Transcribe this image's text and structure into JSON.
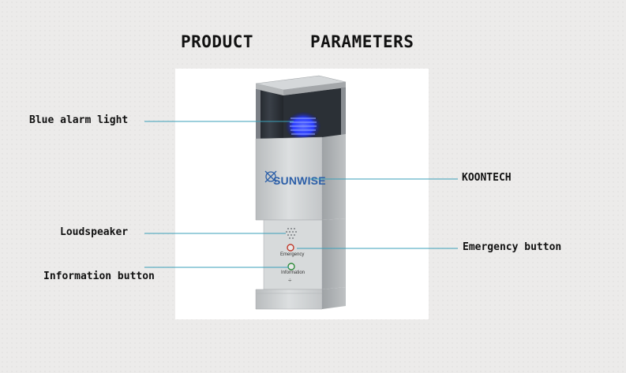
{
  "title": {
    "word1": "PRODUCT",
    "word2": "PARAMETERS"
  },
  "labels": {
    "blue_alarm_light": "Blue alarm light",
    "koontech": "KOONTECH",
    "loudspeaker": "Loudspeaker",
    "emergency_button": "Emergency button",
    "information_button": "Information button"
  },
  "device": {
    "brand": "SUNWISE",
    "emergency_text": "Emergency",
    "information_text": "Information"
  },
  "colors": {
    "leader_line": "#3a9fb8",
    "alarm_blue": "#2a3cff",
    "steel": "#c9ccce",
    "brand_blue": "#2c5fa8"
  }
}
